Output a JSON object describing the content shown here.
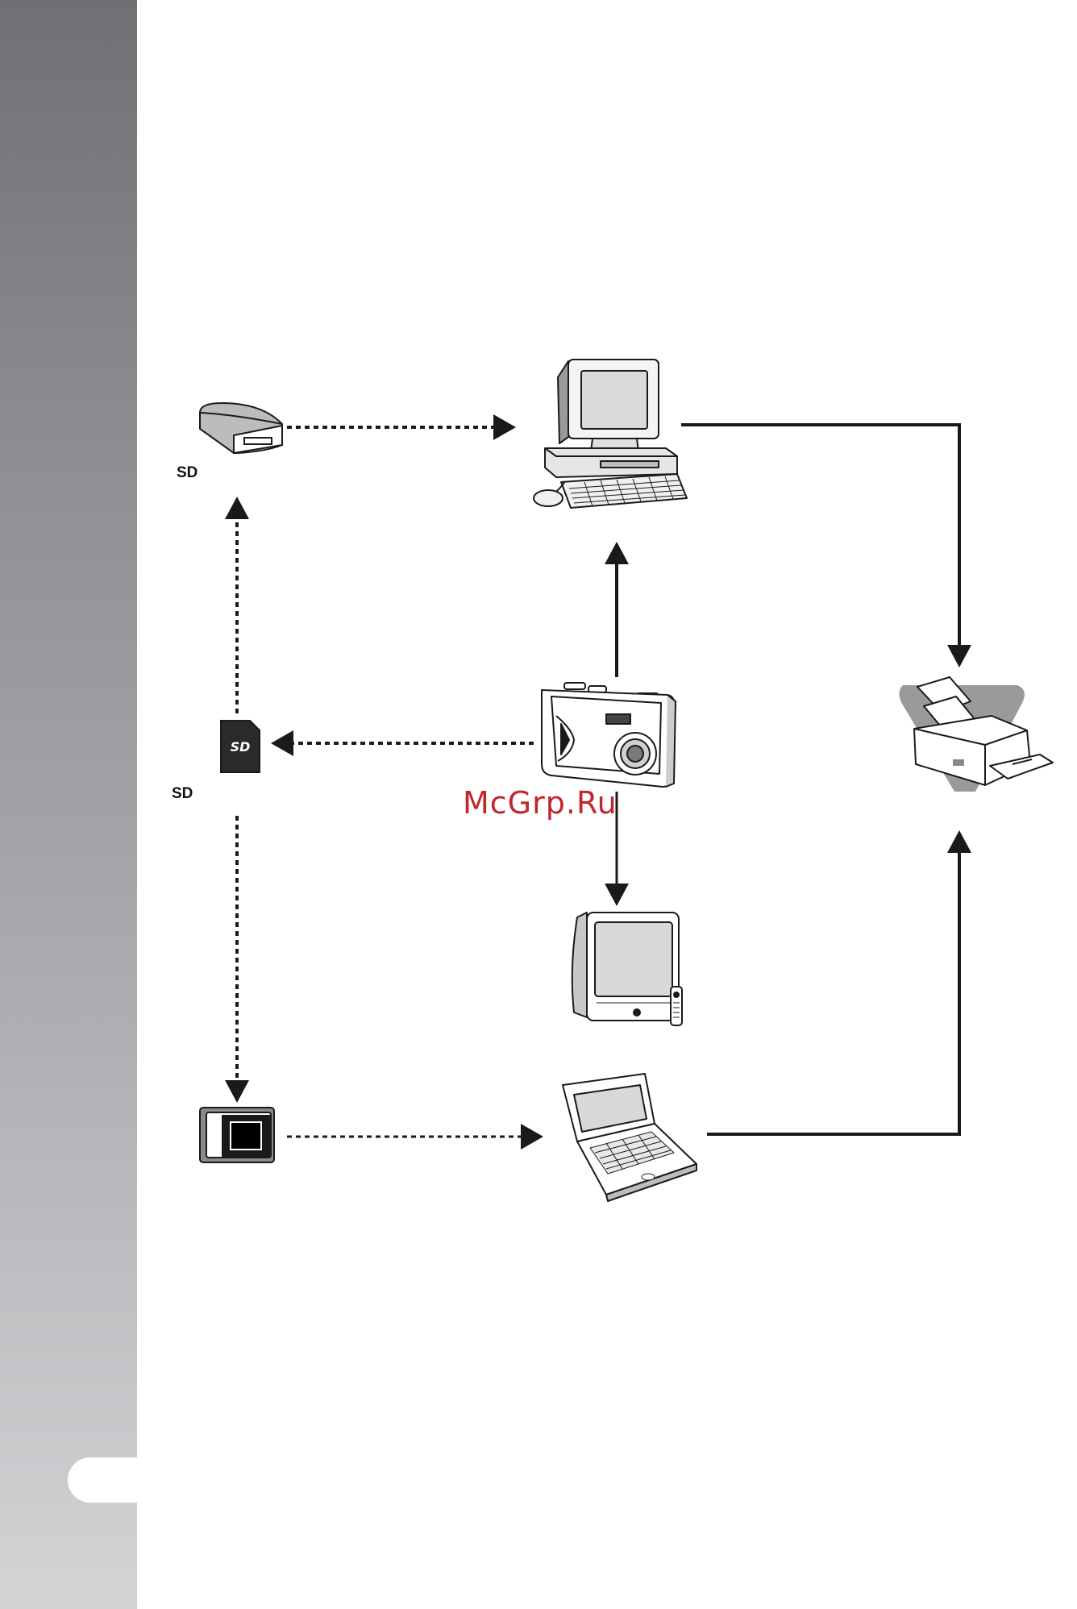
{
  "labels": {
    "sd_top": "SD",
    "sd_middle": "SD"
  },
  "watermark": "McGrp.Ru",
  "colors": {
    "sidebar_top": "#6f7073",
    "sidebar_bottom": "#d3d4d6",
    "line": "#1a1a1a",
    "printer_shadow": "#9a9a9a",
    "watermark": "#c0272d"
  },
  "icons": {
    "card_reader": "card-reader-icon",
    "desktop": "desktop-computer-icon",
    "sd_card": "sd-card-icon",
    "camera": "digital-camera-icon",
    "printer": "printer-icon",
    "tv": "television-icon",
    "card_adapter": "card-adapter-icon",
    "laptop": "laptop-icon"
  }
}
